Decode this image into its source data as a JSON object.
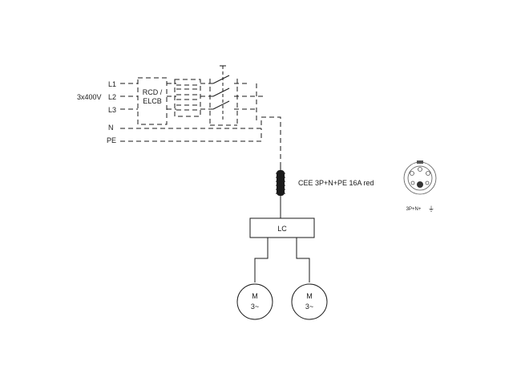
{
  "supply": {
    "voltage_label": "3x400V",
    "conductors": [
      "L1",
      "L2",
      "L3",
      "N",
      "PE"
    ]
  },
  "protection": {
    "rcd_line1": "RCD /",
    "rcd_line2": "ELCB"
  },
  "plug": {
    "label": "CEE 3P+N+PE 16A red",
    "symbol_caption": "3P+N+",
    "symbol_caption_extra": "⏚"
  },
  "controller": {
    "label": "LC"
  },
  "motors": [
    {
      "label": "M",
      "phase": "3~"
    },
    {
      "label": "M",
      "phase": "3~"
    }
  ]
}
